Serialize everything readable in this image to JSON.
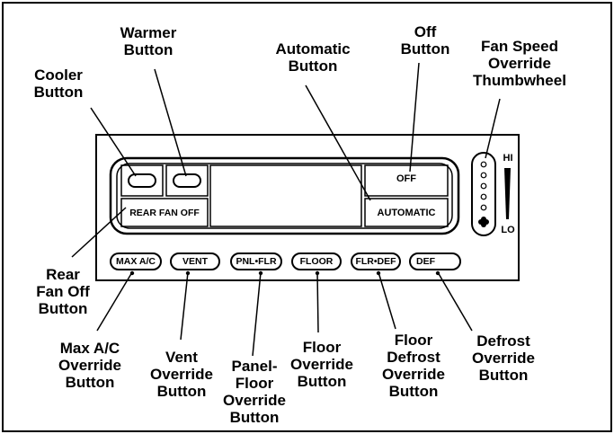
{
  "callouts": {
    "warmer": "Warmer\nButton",
    "cooler": "Cooler\nButton",
    "automatic": "Automatic\nButton",
    "off": "Off\nButton",
    "fan_speed": "Fan Speed\nOverride\nThumbwheel",
    "rear_fan_off": "Rear\nFan Off\nButton",
    "max_ac": "Max A/C\nOverride\nButton",
    "vent": "Vent\nOverride\nButton",
    "panel_floor": "Panel-\nFloor\nOverride\nButton",
    "floor": "Floor\nOverride\nButton",
    "floor_defrost": "Floor\nDefrost\nOverride\nButton",
    "defrost": "Defrost\nOverride\nButton"
  },
  "panel_buttons": {
    "off": "OFF",
    "automatic": "AUTOMATIC",
    "rear_fan_off": "REAR FAN OFF"
  },
  "thumbwheel": {
    "hi": "HI",
    "lo": "LO"
  },
  "override_buttons": [
    {
      "name": "max-ac",
      "label": "MAX A/C"
    },
    {
      "name": "vent",
      "label": "VENT"
    },
    {
      "name": "panel-floor",
      "label": "PNL•FLR"
    },
    {
      "name": "floor",
      "label": "FLOOR"
    },
    {
      "name": "floor-defrost",
      "label": "FLR•DEF"
    },
    {
      "name": "defrost",
      "label": "DEF"
    }
  ]
}
